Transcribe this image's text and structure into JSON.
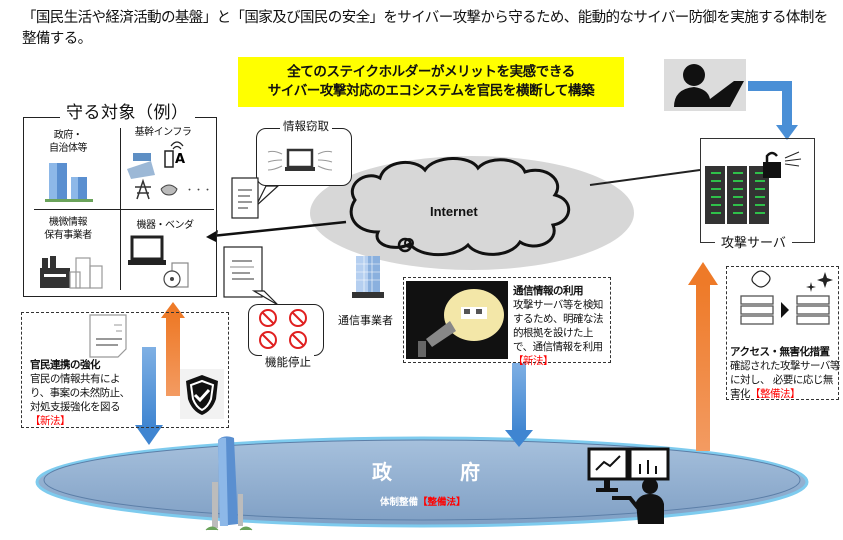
{
  "intro": {
    "text": "「国民生活や経済活動の基盤」と「国家及び国民の安全」をサイバー攻撃から守るため、能動的なサイバー防御を実施する体制を整備する。"
  },
  "banner": {
    "line1": "全てのステイクホルダーがメリットを実感できる",
    "line2": "サイバー攻撃対応のエコシステムを官民を横断して構築",
    "color": "#ffff00"
  },
  "protect": {
    "title": "守る対象（例）",
    "cells": [
      {
        "label_line1": "政府・",
        "label_line2": "自治体等",
        "icon": "office-buildings-icon"
      },
      {
        "label_line1": "基幹インフラ",
        "label_line2": "",
        "icon": "infrastructure-icons",
        "more": "・・・"
      },
      {
        "label_line1": "機微情報",
        "label_line2": "保有事業者",
        "icon": "factory-icon"
      },
      {
        "label_line1": "機器・ベンダ",
        "label_line2": "",
        "icon": "laptop-icon"
      }
    ]
  },
  "info_theft": {
    "label": "情報窃取",
    "icon": "laptop-leak-icon"
  },
  "function_stop": {
    "label": "機能停止",
    "icon": "prohibited-icons"
  },
  "internet": {
    "label": "Internet"
  },
  "carrier": {
    "label": "通信事業者",
    "icon": "building-icon"
  },
  "attacker": {
    "icon": "hacker-icon"
  },
  "attack_server": {
    "label": "攻撃サーバ",
    "icon": "server-rack-icon"
  },
  "comm_info": {
    "title": "通信情報の利用",
    "body": "攻撃サーバ等を検知するため、明確な法的根拠を設けた上で、通信情報を利用",
    "tag": "【新法】"
  },
  "public_private": {
    "title": "官民連携の強化",
    "body": "官民の情報共有により、事案の未然防止、対処支援強化を図る",
    "tag": "【新法】"
  },
  "neutralize": {
    "title": "アクセス・無害化措置",
    "body": "確認された攻撃サーバ等に対し、 必要に応じ無害化",
    "tag": "【整備法】"
  },
  "government": {
    "title": "政　府",
    "sub": "体制整備",
    "tag": "【整備法】"
  },
  "colors": {
    "blue_arrow": "#4a8fd6",
    "orange_arrow": "#ef7d30",
    "ellipse": "#94b3d3",
    "red_tag": "#ff0000"
  }
}
